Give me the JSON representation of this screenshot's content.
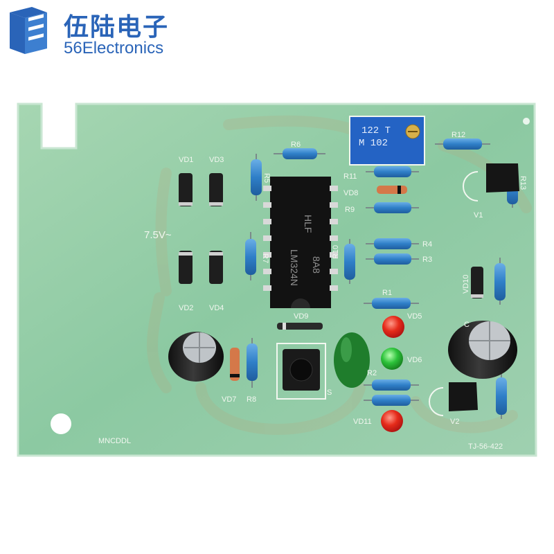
{
  "brand": {
    "name_cn": "伍陆电子",
    "name_en": "56Electronics",
    "color": "#2a64b8"
  },
  "board": {
    "pcb_color": "#8cc9a2",
    "trace_color": "#b9a37a",
    "labels": {
      "vd1": "VD1",
      "vd2": "VD2",
      "vd3": "VD3",
      "vd4": "VD4",
      "voltage": "7.5V~",
      "r5": "R5",
      "r6": "R6",
      "r7": "R7",
      "r8": "R8",
      "r9": "R9",
      "r10": "R10",
      "r11": "R11",
      "r12": "R12",
      "r3": "R3",
      "r4": "R4",
      "r1": "R1",
      "r2": "R2",
      "r13": "R13",
      "vd5": "VD5",
      "vd6": "VD6",
      "vd7": "VD7",
      "vd8": "VD8",
      "vd9": "VD9",
      "vd10": "VD10",
      "vd11": "VD11",
      "v1": "V1",
      "v2": "V2",
      "s": "S",
      "c": "C",
      "maker": "MNCDDL",
      "model": "TJ-56-422"
    },
    "chip_text": [
      "LM324N",
      "HLF",
      "8A8"
    ],
    "pot_text": [
      "122 T",
      "M 102"
    ]
  }
}
